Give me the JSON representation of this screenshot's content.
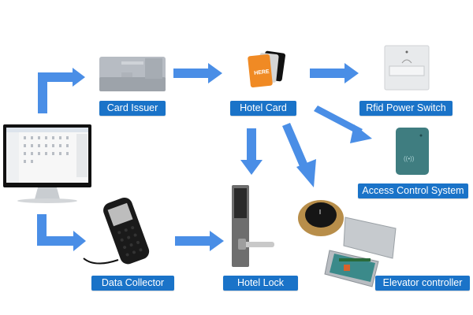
{
  "diagram": {
    "title": "Hotel Lock System Topology",
    "arrow_color": "#4a8ee6",
    "label_color": "#1a73c8",
    "nodes": [
      {
        "id": "computer",
        "label": ""
      },
      {
        "id": "card_issuer",
        "label": "Card Issuer"
      },
      {
        "id": "hotel_card",
        "label": "Hotel Card"
      },
      {
        "id": "rfid_power_switch",
        "label": "Rfid Power Switch"
      },
      {
        "id": "access_control",
        "label": "Access Control System"
      },
      {
        "id": "data_collector",
        "label": "Data Collector"
      },
      {
        "id": "hotel_lock",
        "label": "Hotel Lock"
      },
      {
        "id": "elevator_controller",
        "label": "Elevator controller"
      }
    ],
    "edges": [
      {
        "from": "computer",
        "to": "card_issuer"
      },
      {
        "from": "card_issuer",
        "to": "hotel_card"
      },
      {
        "from": "hotel_card",
        "to": "rfid_power_switch"
      },
      {
        "from": "hotel_card",
        "to": "access_control"
      },
      {
        "from": "hotel_card",
        "to": "hotel_lock"
      },
      {
        "from": "hotel_card",
        "to": "elevator_controller"
      },
      {
        "from": "computer",
        "to": "data_collector"
      },
      {
        "from": "data_collector",
        "to": "hotel_lock"
      }
    ],
    "card_text": "HERE"
  }
}
